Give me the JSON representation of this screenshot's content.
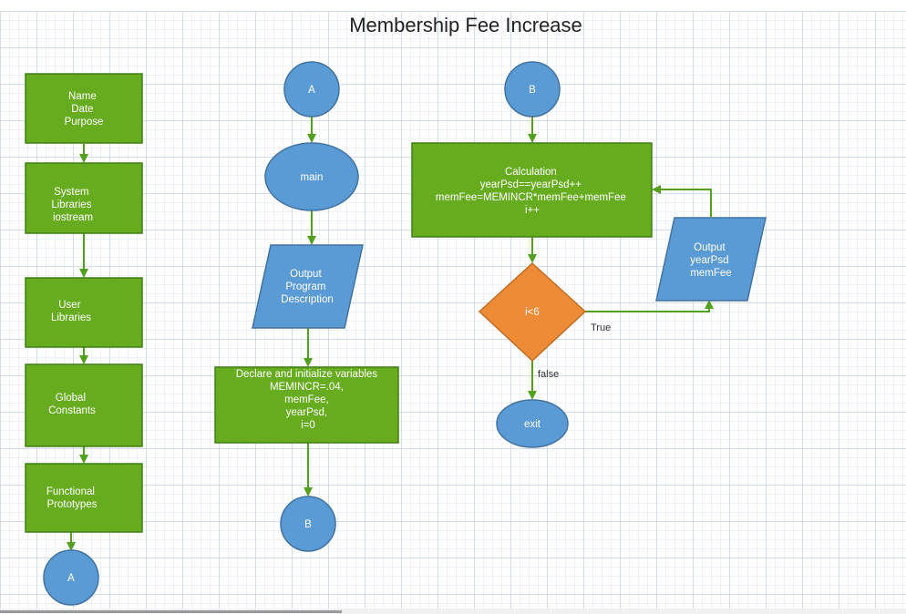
{
  "title": "Membership Fee Increase",
  "colors": {
    "process": "#66ac1e",
    "process_border": "#3f7f14",
    "connector": "#5b9bd5",
    "connector_border": "#41729f",
    "decision": "#ed8b36",
    "edge": "#54a01e"
  },
  "nodes": {
    "header_block": [
      "Name",
      "Date",
      "Purpose"
    ],
    "system_libraries": [
      "System",
      "Libraries",
      "iostream"
    ],
    "user_libraries": [
      "User",
      "Libraries"
    ],
    "global_constants": [
      "Global",
      "Constants"
    ],
    "function_prototypes": [
      "Functional",
      "Prototypes"
    ],
    "connector_a_left": [
      "A"
    ],
    "connector_a_top": [
      "A"
    ],
    "main": [
      "main"
    ],
    "output_description": [
      "Output",
      "Program",
      "Description"
    ],
    "declare_variables": [
      "Declare and initialize variables",
      "MEMINCR=.04,",
      "memFee,",
      "yearPsd,",
      "i=0"
    ],
    "connector_b_bottom": [
      "B"
    ],
    "connector_b_top": [
      "B"
    ],
    "calculation": [
      "Calculation",
      "yearPsd==yearPsd++",
      "memFee=MEMINCR*memFee+memFee",
      "i++"
    ],
    "condition": [
      "i<6"
    ],
    "output_results": [
      "Output",
      "yearPsd",
      "memFee"
    ],
    "exit": [
      "exit"
    ]
  },
  "edge_labels": {
    "true": "True",
    "false": "false"
  }
}
